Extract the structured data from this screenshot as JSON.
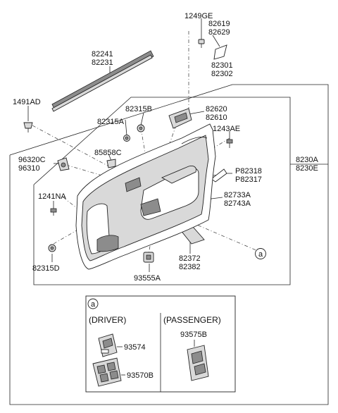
{
  "parts": {
    "p1249ge": "1249GE",
    "p82619": "82619",
    "p82629": "82629",
    "p82241": "82241",
    "p82231": "82231",
    "p82301": "82301",
    "p82302": "82302",
    "p1491ad": "1491AD",
    "p82315b": "82315B",
    "p82620": "82620",
    "p82610": "82610",
    "p82315a": "82315A",
    "p1243ae": "1243AE",
    "p85858c": "85858C",
    "p96320c": "96320C",
    "p96310": "96310",
    "p8230a": "8230A",
    "p8230e": "8230E",
    "p82318": "P82318",
    "p82317": "P82317",
    "p1241na": "1241NA",
    "p82733a": "82733A",
    "p82743a": "82743A",
    "p82372": "82372",
    "p82382": "82382",
    "p82315d": "82315D",
    "p93555a": "93555A"
  },
  "callout": "a",
  "detail": {
    "tag": "a",
    "driver": "(DRIVER)",
    "passenger": "(PASSENGER)",
    "p93574": "93574",
    "p93570b": "93570B",
    "p93575b": "93575B"
  }
}
